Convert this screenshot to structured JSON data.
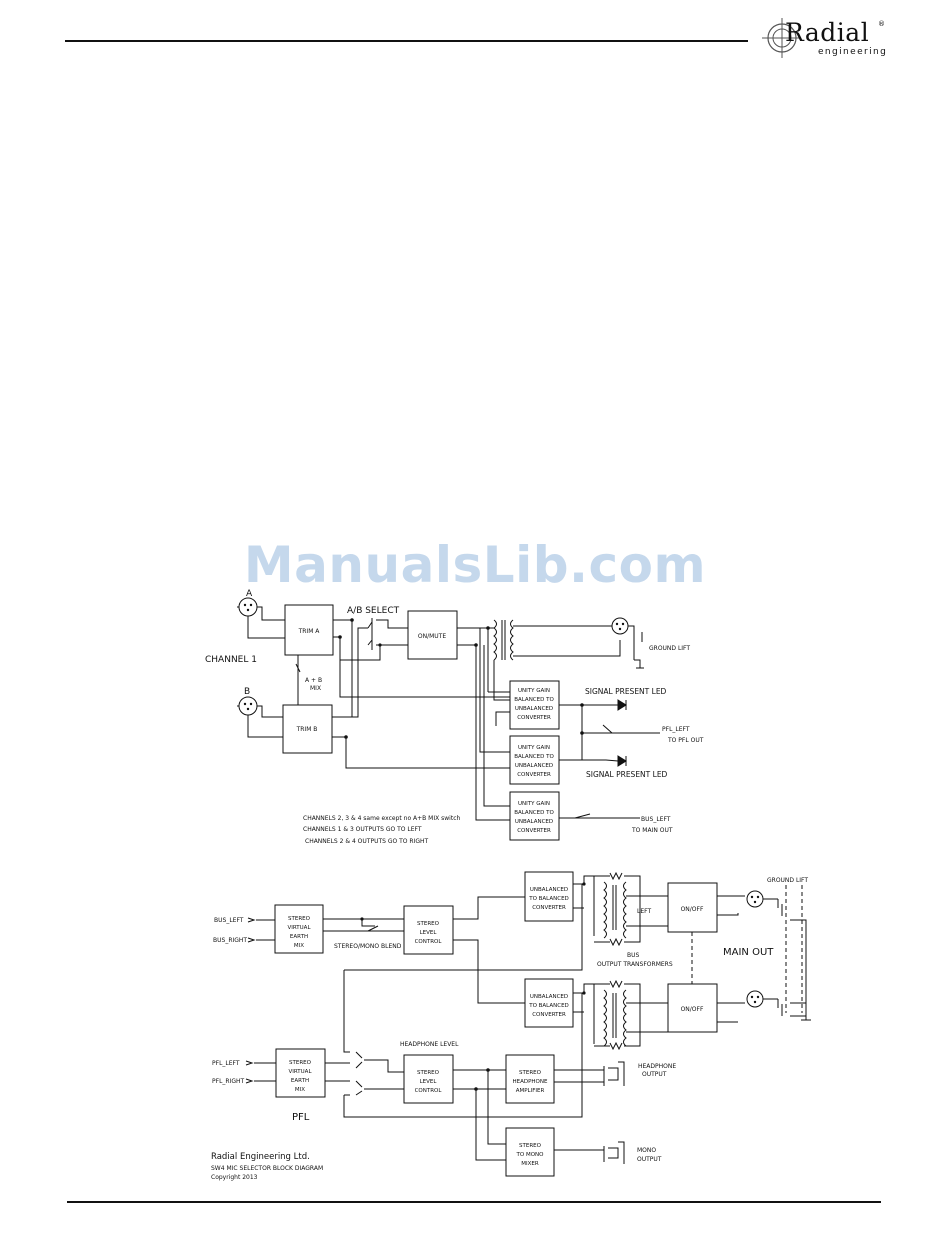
{
  "logo": {
    "word": "Radial",
    "sub": "engineering",
    "mark": "®"
  },
  "watermark": "ManualsLib.com",
  "labels": {
    "a": "A",
    "b": "B",
    "channel1": "CHANNEL 1",
    "ab_select": "A/B SELECT",
    "ab_mix_1": "A + B",
    "ab_mix_2": "MIX",
    "ground_lift_top": "GROUND LIFT",
    "sig_led_1": "SIGNAL PRESENT LED",
    "sig_led_2": "SIGNAL PRESENT LED",
    "pfl_left_1": "PFL_LEFT",
    "pfl_left_2": "TO PFL OUT",
    "bus_left_1": "BUS_LEFT",
    "bus_left_2": "TO MAIN OUT",
    "note1": "CHANNELS 2, 3 & 4 same except no A+B MIX switch",
    "note2": "CHANNELS 1 & 3 OUTPUTS GO TO LEFT",
    "note3": "CHANNELS 2 & 4 OUTPUTS GO TO RIGHT",
    "bus_left_in": "BUS_LEFT",
    "bus_right_in": "BUS_RIGHT",
    "stereo_mono_blend": "STEREO/MONO BLEND",
    "left": "LEFT",
    "bus_1": "BUS",
    "bus_2": "OUTPUT TRANSFORMERS",
    "ground_lift_main": "GROUND LIFT",
    "main_out": "MAIN OUT",
    "headphone_level": "HEADPHONE LEVEL",
    "pfl_left_in": "PFL_LEFT",
    "pfl_right_in": "PFL_RIGHT",
    "pfl": "PFL",
    "hp_out_1": "HEADPHONE",
    "hp_out_2": "OUTPUT",
    "mono_out_1": "MONO",
    "mono_out_2": "OUTPUT"
  },
  "blocks": {
    "trim_a": [
      "TRIM A"
    ],
    "trim_b": [
      "TRIM B"
    ],
    "on_mute": [
      "ON/MUTE"
    ],
    "ug1": [
      "UNITY GAIN",
      "BALANCED TO",
      "UNBALANCED",
      "CONVERTER"
    ],
    "ug2": [
      "UNITY GAIN",
      "BALANCED TO",
      "UNBALANCED",
      "CONVERTER"
    ],
    "ug3": [
      "UNITY GAIN",
      "BALANCED TO",
      "UNBALANCED",
      "CONVERTER"
    ],
    "svem1": [
      "STEREO",
      "VIRTUAL",
      "EARTH",
      "MIX"
    ],
    "slc1": [
      "STEREO",
      "LEVEL",
      "CONTROL"
    ],
    "ub1": [
      "UNBALANCED",
      "TO BALANCED",
      "CONVERTER"
    ],
    "ub2": [
      "UNBALANCED",
      "TO BALANCED",
      "CONVERTER"
    ],
    "onoff1": [
      "ON/OFF"
    ],
    "onoff2": [
      "ON/OFF"
    ],
    "svem2": [
      "STEREO",
      "VIRTUAL",
      "EARTH",
      "MIX"
    ],
    "slc2": [
      "STEREO",
      "LEVEL",
      "CONTROL"
    ],
    "hpamp": [
      "STEREO",
      "HEADPHONE",
      "AMPLIFIER"
    ],
    "monomix": [
      "STEREO",
      "TO MONO",
      "MIXER"
    ]
  },
  "credits": {
    "line1": "Radial Engineering Ltd.",
    "line2": "SW4 MIC SELECTOR BLOCK DIAGRAM",
    "line3": "Copyright 2013"
  }
}
